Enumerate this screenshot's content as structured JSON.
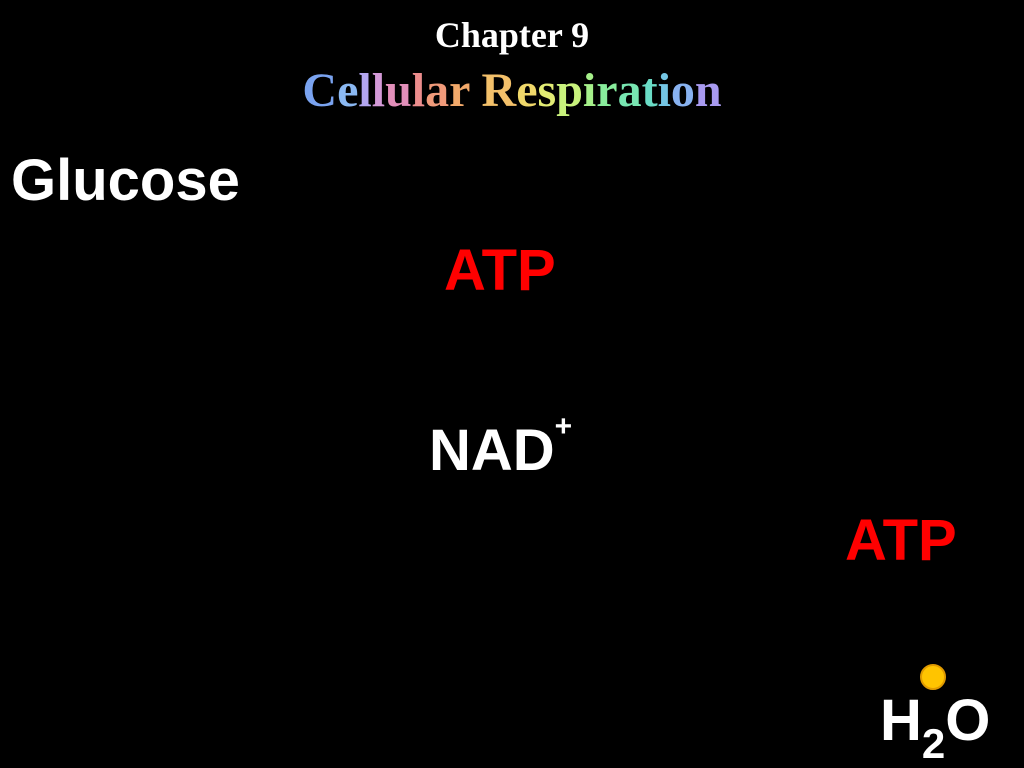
{
  "slide": {
    "chapter": "Chapter 9",
    "title_letters": [
      {
        "ch": "C",
        "color": "#7aa3f0"
      },
      {
        "ch": "e",
        "color": "#8ab8f2"
      },
      {
        "ch": "l",
        "color": "#b3a6f0"
      },
      {
        "ch": "l",
        "color": "#d49ad8"
      },
      {
        "ch": "u",
        "color": "#e28fba"
      },
      {
        "ch": "l",
        "color": "#ec8d8d"
      },
      {
        "ch": "a",
        "color": "#f09a7a"
      },
      {
        "ch": "r",
        "color": "#f2a96a"
      },
      {
        "ch": " ",
        "color": "#ffffff"
      },
      {
        "ch": "R",
        "color": "#f3c06a"
      },
      {
        "ch": "e",
        "color": "#f0d86a"
      },
      {
        "ch": "s",
        "color": "#e2ec74"
      },
      {
        "ch": "p",
        "color": "#c9f27c"
      },
      {
        "ch": "i",
        "color": "#a6f08a"
      },
      {
        "ch": "r",
        "color": "#88ec9c"
      },
      {
        "ch": "a",
        "color": "#78e6b2"
      },
      {
        "ch": "t",
        "color": "#6adcc6"
      },
      {
        "ch": "i",
        "color": "#74c6e4"
      },
      {
        "ch": "o",
        "color": "#88b2f0"
      },
      {
        "ch": "n",
        "color": "#a89af0"
      }
    ],
    "glucose": "Glucose",
    "atp_top": "ATP",
    "nad": "NAD",
    "nad_sup": "+",
    "atp_bottom": "ATP",
    "h2o_h": "H",
    "h2o_sub": "2",
    "h2o_o": "O",
    "colors": {
      "background": "#000000",
      "text": "#ffffff",
      "atp": "#ff0000",
      "electron": "#ffc400"
    }
  }
}
